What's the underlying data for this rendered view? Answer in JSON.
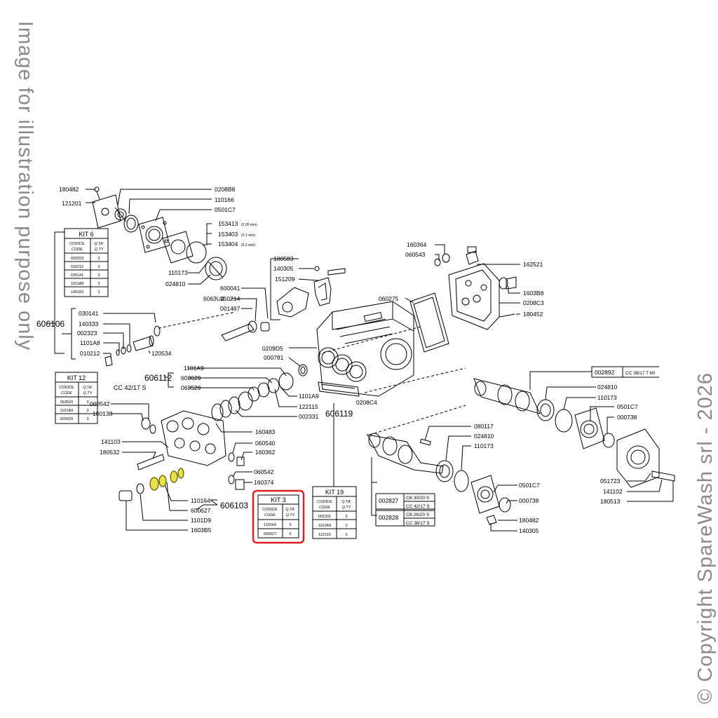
{
  "watermark_left": "Image for illustration purpose only",
  "watermark_right": "© Copyright SpareWash srl - 2026",
  "colors": {
    "highlight": "#d9201f",
    "highlight_part": "#e8e04a",
    "line": "#000000",
    "watermark": "#8a8a8a"
  },
  "part_labels": {
    "p180482a": "180482",
    "p121201": "121201",
    "p0208B8": "0208B8",
    "p110166": "110166",
    "p0501C7a": "0501C7",
    "p153413": "153413",
    "p153413s": "(0.05 mm)",
    "p153403": "153403",
    "p153403s": "(0.1 mm)",
    "p153404": "153404",
    "p153404s": "(0.2 mm)",
    "p110173a": "110173",
    "p024810a": "024810",
    "p180583": "180583",
    "p140305a": "140305",
    "p151209": "151209",
    "p600041": "600041",
    "p6063U4": "6063U4",
    "p150214": "150214",
    "p001467": "001467",
    "p160364": "160364",
    "p060543": "060543",
    "p162521": "162521",
    "p1603B8": "1603B8",
    "p0208C3": "0208C3",
    "p180452": "180452",
    "p060275": "060275",
    "p030141": "030141",
    "p140333": "140333",
    "p002323": "002323",
    "p1101A8": "1101A8",
    "p010212": "010212",
    "p120534": "120534",
    "p606106": "606106",
    "p0209D5": "0209D5",
    "p000781": "000781",
    "p1101A9a": "1101A9",
    "p603029": "603029",
    "p063529": "063529",
    "p606112": "606112",
    "p1101A9b": "1101A9",
    "p122115": "122115",
    "p002331": "002331",
    "p0208C4": "0208C4",
    "p606119": "606119",
    "pCC42": "CC 42/17  S",
    "p060542a": "060542",
    "p100138": "100138",
    "p141103": "141103",
    "p180532": "180532",
    "p160483": "160483",
    "p060540": "060540",
    "p160362": "160362",
    "p060542b": "060542",
    "p160374": "160374",
    "p110164": "110164",
    "p600627": "600627",
    "p1101D9": "1101D9",
    "p1603B5": "1603B5",
    "p606103": "606103",
    "p002892": "002892",
    "pCC38TM": "CC 38/17 T MI",
    "p024810b": "024810",
    "p110173b": "110173",
    "p0501C7b": "0501C7",
    "p000738a": "000738",
    "p080117": "080117",
    "p024810c": "024810",
    "p110173c": "110173",
    "p051723": "051723",
    "p141102": "141102",
    "p180513": "180513",
    "p002827": "002827",
    "pCB30": "CB 30/20  S",
    "pCC42b": "CC 42/17  S",
    "p002828": "002828",
    "pCB26": "CB 26/20  S",
    "pCC38S": "CC 38/17  S",
    "p0501C7c": "0501C7",
    "p000738b": "000738",
    "p180482b": "180482",
    "p140305b": "140305"
  },
  "kits": {
    "kit6": {
      "title": "KIT  6",
      "h1a": "CODICE",
      "h1b": "CODE",
      "h2a": "Q.TA'",
      "h2b": "Q.TY",
      "rows": [
        [
          "002323",
          "3"
        ],
        [
          "010212",
          "3"
        ],
        [
          "030141",
          "3"
        ],
        [
          "1101A8",
          "3"
        ],
        [
          "140333",
          "3"
        ]
      ]
    },
    "kit12": {
      "title": "KIT  12",
      "h1a": "CODICE",
      "h1b": "CODE",
      "h2a": "Q.TA'",
      "h2b": "Q.TY",
      "rows": [
        [
          "063529",
          "3"
        ],
        [
          "1101A9",
          "3"
        ],
        [
          "603029",
          "3"
        ]
      ]
    },
    "kit3": {
      "title": "KIT  3",
      "h1a": "CODICE",
      "h1b": "CODE",
      "h2a": "Q.TA'",
      "h2b": "Q.TY",
      "rows": [
        [
          "110164",
          "6"
        ],
        [
          "600627",
          "6"
        ]
      ]
    },
    "kit19": {
      "title": "KIT  19",
      "h1a": "CODICE",
      "h1b": "CODE",
      "h2a": "Q.TA'",
      "h2b": "Q.TY",
      "rows": [
        [
          "002331",
          "3"
        ],
        [
          "1101A9",
          "3"
        ],
        [
          "122115",
          "3"
        ]
      ]
    }
  }
}
